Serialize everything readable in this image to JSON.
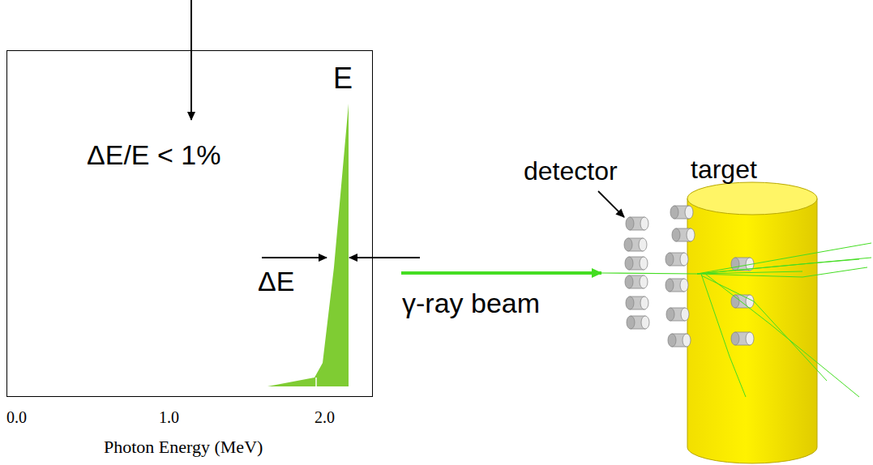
{
  "diagram": {
    "nodes": [
      {
        "text": [
          "E",
          "ΔE/E < 1%",
          "ΔE"
        ]
      }
    ],
    "labels": [
      "0.0",
      "1.0",
      "2.0",
      "Photon Energy (MeV)",
      "γ-ray beam",
      "detector",
      "target"
    ]
  }
}
